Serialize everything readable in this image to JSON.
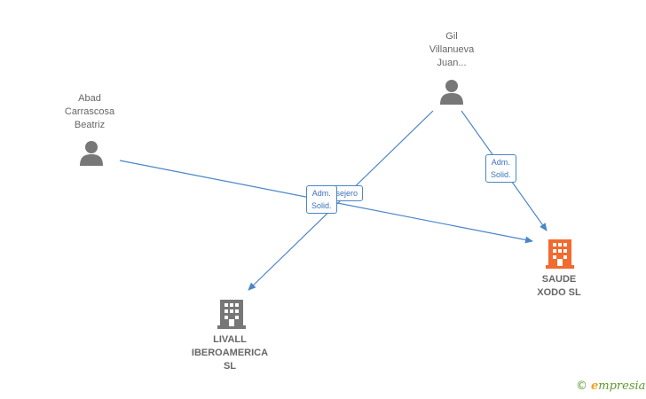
{
  "persons": [
    {
      "id": "gil",
      "label": "Gil\nVillanueva\nJuan..."
    },
    {
      "id": "abad",
      "label": "Abad\nCarrascosa\nBeatriz"
    }
  ],
  "companies": [
    {
      "id": "saude",
      "label": "SAUDE\nXODO  SL",
      "color": "#f26a2e"
    },
    {
      "id": "livall",
      "label": "LIVALL\nIBEROAMERICA\nSL",
      "color": "#777777"
    }
  ],
  "edges": [
    {
      "from": "abad",
      "to": "saude",
      "label": "Consejero"
    },
    {
      "from": "gil",
      "to": "livall",
      "label": "Adm.\nSolid."
    },
    {
      "from": "gil",
      "to": "saude",
      "label": "Adm.\nSolid."
    }
  ],
  "colors": {
    "edge": "#4a86c8",
    "person_icon": "#777777",
    "text": "#666666"
  },
  "brand": {
    "copyright": "©",
    "initial": "e",
    "rest": "mpresia"
  }
}
